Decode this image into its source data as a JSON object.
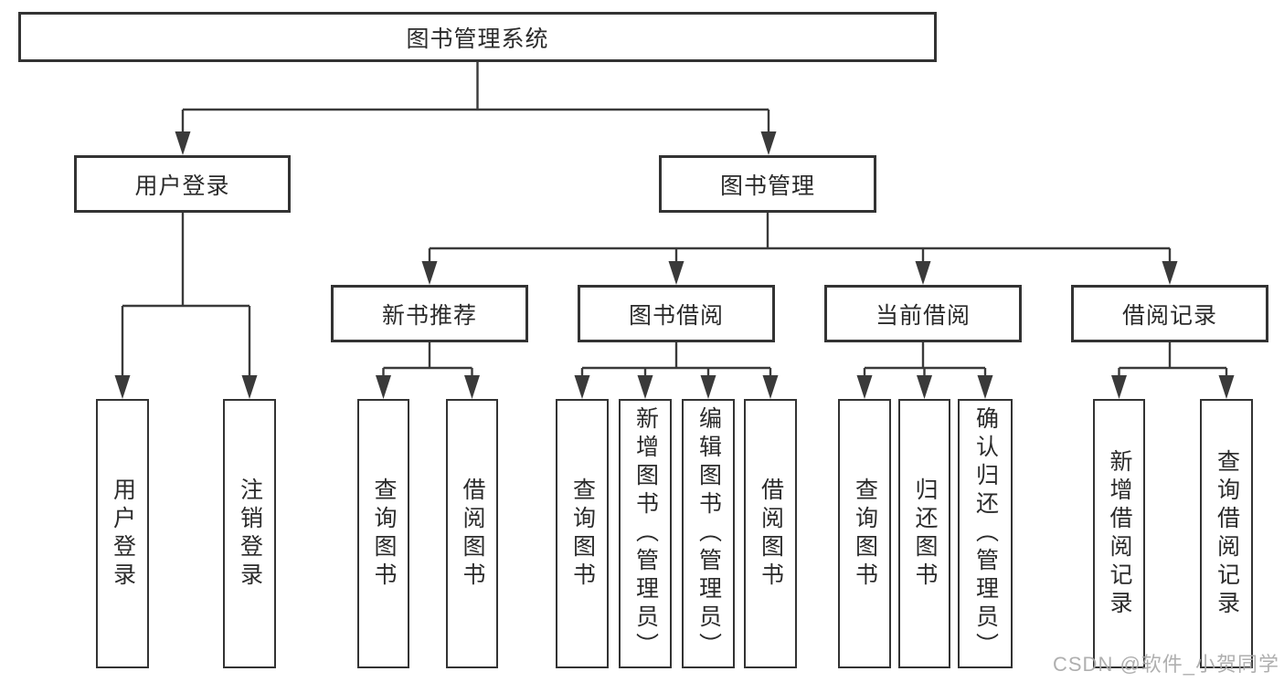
{
  "diagram": {
    "colors": {
      "line": "#3a3a3a",
      "box_border": "#333333",
      "box_fill": "#ffffff",
      "text": "#2b2b2b",
      "watermark": "#a9a9a9"
    },
    "watermark": "CSDN @软件_小贺同学",
    "nodes": {
      "root": {
        "label": "图书管理系统"
      },
      "level1": [
        {
          "id": "user-login",
          "label": "用户登录"
        },
        {
          "id": "book-management",
          "label": "图书管理"
        }
      ],
      "level2": [
        {
          "id": "new-book-recommendation",
          "label": "新书推荐",
          "parent": "book-management"
        },
        {
          "id": "book-borrowing",
          "label": "图书借阅",
          "parent": "book-management"
        },
        {
          "id": "current-borrowing",
          "label": "当前借阅",
          "parent": "book-management"
        },
        {
          "id": "borrowing-records",
          "label": "借阅记录",
          "parent": "book-management"
        }
      ],
      "leaves": [
        {
          "label": "用户登录",
          "parent": "user-login"
        },
        {
          "label": "注销登录",
          "parent": "user-login"
        },
        {
          "label": "查询图书",
          "parent": "new-book-recommendation"
        },
        {
          "label": "借阅图书",
          "parent": "new-book-recommendation"
        },
        {
          "label": "查询图书",
          "parent": "book-borrowing"
        },
        {
          "label": "新增图书（管理员）",
          "parent": "book-borrowing"
        },
        {
          "label": "编辑图书（管理员）",
          "parent": "book-borrowing"
        },
        {
          "label": "借阅图书",
          "parent": "book-borrowing"
        },
        {
          "label": "查询图书",
          "parent": "current-borrowing"
        },
        {
          "label": "归还图书",
          "parent": "current-borrowing"
        },
        {
          "label": "确认归还（管理员）",
          "parent": "current-borrowing"
        },
        {
          "label": "新增借阅记录",
          "parent": "borrowing-records"
        },
        {
          "label": "查询借阅记录",
          "parent": "borrowing-records"
        }
      ]
    }
  }
}
